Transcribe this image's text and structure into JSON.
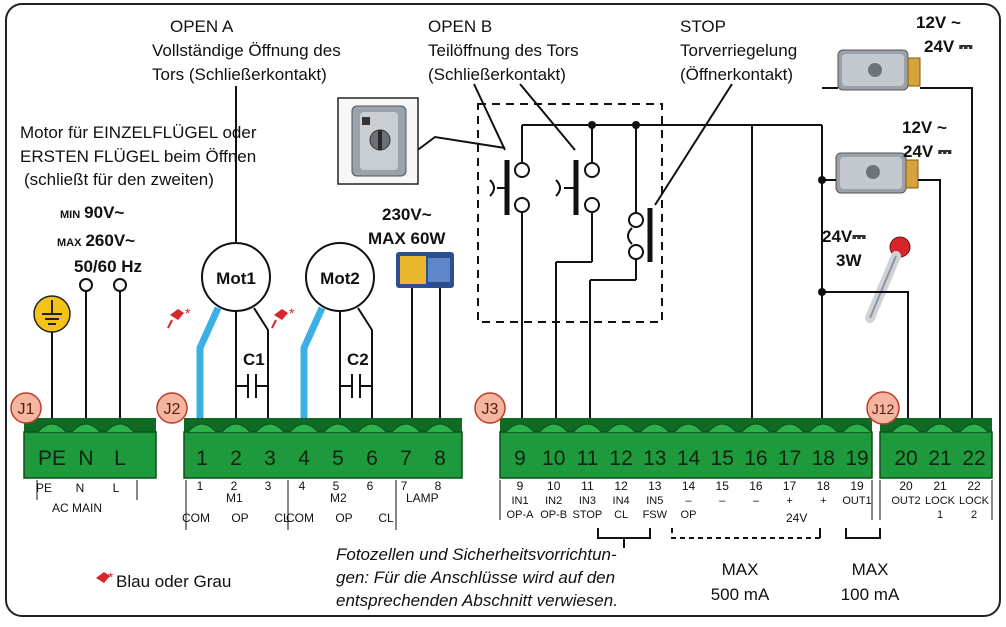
{
  "labels": {
    "open_a_title": "OPEN A",
    "open_a_l1": "Vollständige Öffnung des",
    "open_a_l2": "Tors (Schließerkontakt)",
    "open_b_title": "OPEN B",
    "open_b_l1": "Teilöffnung des Tors",
    "open_b_l2": "(Schließerkontakt)",
    "stop_title": "STOP",
    "stop_l1": "Torverriegelung",
    "stop_l2": "(Öffnerkontakt)",
    "motor_l1": "Motor für EINZELFLÜGEL oder",
    "motor_l2": "ERSTEN FLÜGEL beim Öffnen",
    "motor_l3": "(schließt für den zweiten)",
    "min_prefix": "MIN",
    "min_value": "90V~",
    "max_prefix": "MAX",
    "max_value": "260V~",
    "freq": "50/60 Hz",
    "lamp_volt": "230V~",
    "lamp_power": "MAX 60W",
    "lock1_volt_a": "12V ~",
    "lock1_volt_b": "24V ⎓",
    "lock2_volt_a": "12V ~",
    "lock2_volt_b": "24V ⎓",
    "light_volt": "24V⎓",
    "light_power": "3W",
    "mot1": "Mot1",
    "mot2": "Mot2",
    "c1": "C1",
    "c2": "C2",
    "marker": "*",
    "legend": "Blau oder Grau",
    "note_l1": "Fotozellen und Sicherheitsvorrichtun-",
    "note_l2": "gen: Für die Anschlüsse wird auf den",
    "note_l3": "entsprechenden Abschnitt verwiesen.",
    "max500_a": "MAX",
    "max500_b": "500 mA",
    "max100_a": "MAX",
    "max100_b": "100 mA",
    "ac_main": "AC MAIN",
    "m1": "M1",
    "m2": "M2",
    "lamp": "LAMP",
    "v24": "24V"
  },
  "jacks": [
    "J1",
    "J2",
    "J3",
    "J12"
  ],
  "terminals": {
    "j1": [
      "PE",
      "N",
      "L"
    ],
    "j2": [
      "1",
      "2",
      "3",
      "4",
      "5",
      "6",
      "7",
      "8"
    ],
    "j3": [
      "9",
      "10",
      "11",
      "12",
      "13",
      "14",
      "15",
      "16",
      "17",
      "18",
      "19"
    ],
    "j12": [
      "20",
      "21",
      "22"
    ]
  },
  "sublabels": {
    "j1": [
      "PE",
      "N",
      "L"
    ],
    "j2_nums": [
      "1",
      "2",
      "3",
      "4",
      "5",
      "6",
      "7",
      "8"
    ],
    "j2_func": [
      "COM",
      "OP",
      "CL",
      "COM",
      "OP",
      "CL"
    ],
    "j3_nums": [
      "9",
      "10",
      "11",
      "12",
      "13",
      "14",
      "15",
      "16",
      "17",
      "18",
      "19"
    ],
    "j3_func": [
      "IN1",
      "IN2",
      "IN3",
      "IN4",
      "IN5",
      "–",
      "–",
      "–",
      "+",
      "+",
      "OUT1"
    ],
    "j3_func2": [
      "OP-A",
      "OP-B",
      "STOP",
      "CL",
      "FSW",
      "OP"
    ],
    "j12_nums": [
      "20",
      "21",
      "22"
    ],
    "j12_func": [
      "OUT2",
      "LOCK",
      "LOCK"
    ],
    "j12_func2": [
      "1",
      "2"
    ]
  },
  "colors": {
    "terminal_green": "#1e9a3c",
    "jack_fill": "#f4b6a0",
    "blue_wire": "#3ab0e6",
    "earth_yellow": "#f3c31a",
    "red_marker": "#d6262b"
  }
}
